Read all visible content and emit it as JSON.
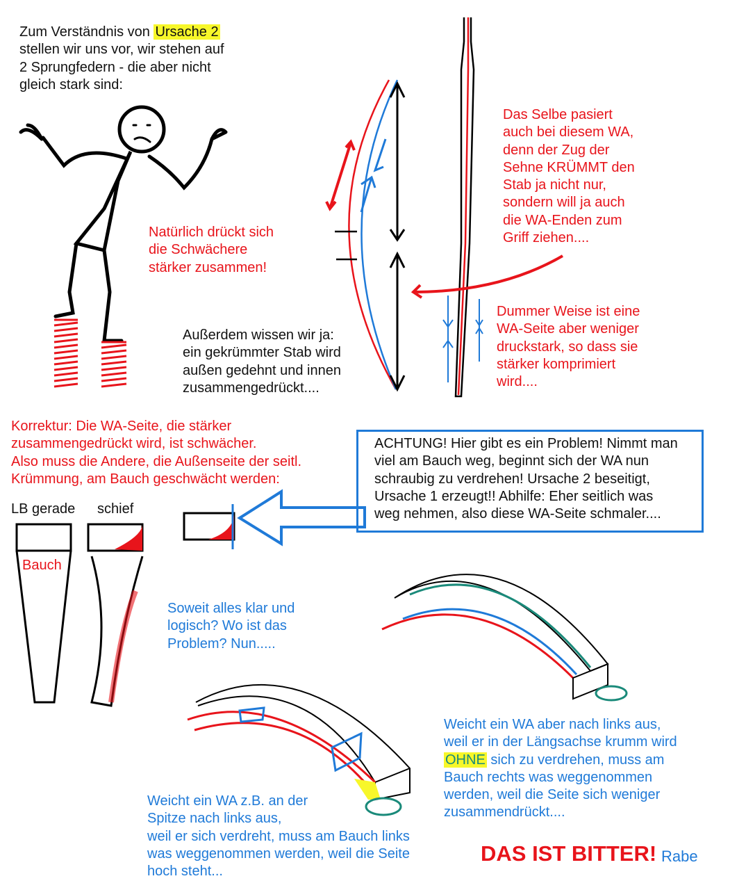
{
  "intro": {
    "line1_pre": "Zum Verständnis von ",
    "line1_highlight": "Ursache 2",
    "lines": [
      "stellen wir uns vor, wir stehen auf",
      "2 Sprungfedern - die aber nicht",
      "gleich stark sind:"
    ]
  },
  "weaker_note": [
    "Natürlich drückt sich",
    "die Schwächere",
    "stärker zusammen!"
  ],
  "bent_rod_note": [
    "Außerdem wissen wir ja:",
    "ein gekrümmter Stab wird",
    "außen gedehnt und innen",
    "zusammengedrückt...."
  ],
  "same_note": [
    "Das Selbe pasiert",
    "auch bei diesem WA,",
    "denn der Zug der",
    "Sehne KRÜMMT den",
    "Stab ja nicht nur,",
    "sondern will ja auch",
    "die WA-Enden zum",
    "Griff ziehen...."
  ],
  "dumb_note": [
    "Dummer Weise ist eine",
    "WA-Seite aber weniger",
    "druckstark, so dass sie",
    "stärker komprimiert",
    "wird...."
  ],
  "correction": [
    "Korrektur: Die WA-Seite, die stärker",
    "zusammengedrückt wird, ist schwächer.",
    "Also muss die Andere, die Außenseite der seitl.",
    "Krümmung, am Bauch geschwächt werden:"
  ],
  "labels": {
    "straight": "LB gerade",
    "oblique": "schief",
    "belly": "Bauch"
  },
  "warning": [
    "ACHTUNG! Hier gibt es ein Problem! Nimmt man",
    "viel am Bauch weg, beginnt sich der WA nun",
    "schraubig zu verdrehen! Ursache 2 beseitigt,",
    "Ursache 1 erzeugt!! Abhilfe: Eher seitlich was",
    "weg nehmen, also diese WA-Seite schmaler...."
  ],
  "so_far": [
    "Soweit alles klar und",
    "logisch? Wo ist das",
    "Problem? Nun....."
  ],
  "twist_note": [
    "Weicht ein WA z.B. an der",
    "Spitze nach links aus,",
    "weil er sich verdreht, muss am Bauch links",
    "was weggenommen werden, weil die Seite",
    "hoch steht..."
  ],
  "no_twist_note": {
    "lines_before": [
      "Weicht ein WA aber nach links aus,",
      "weil er in der Längsachse krumm wird"
    ],
    "highlight": "OHNE",
    "line3_rest": " sich zu verdrehen, muss am",
    "lines_after": [
      "Bauch rechts was weggenommen",
      "werden, weil die Seite sich weniger",
      "zusammendrückt...."
    ]
  },
  "footer": {
    "bitter": "DAS IST BITTER!",
    "signature": "Rabe"
  },
  "colors": {
    "red": "#e8141b",
    "blue": "#1f7ad8",
    "highlight": "#f7f72a",
    "teal": "#1a8a7a"
  }
}
